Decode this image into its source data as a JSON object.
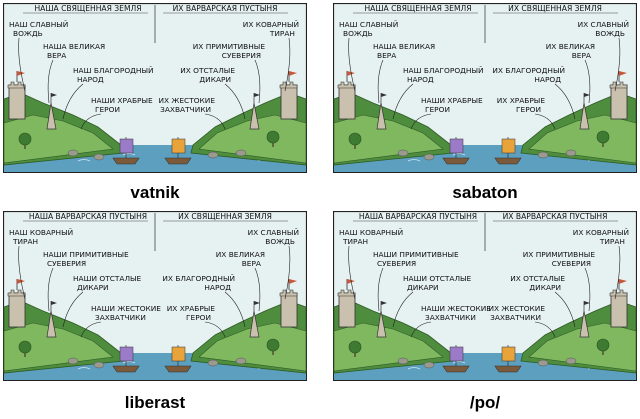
{
  "panels": [
    {
      "caption": "vatnik",
      "left_header": "НАША СВЯЩЕННАЯ ЗЕМЛЯ",
      "right_header": "ИХ ВАРВАРСКАЯ ПУСТЫНЯ",
      "left_labels": [
        [
          "НАШ СЛАВНЫЙ",
          "ВОЖДЬ"
        ],
        [
          "НАША ВЕЛИКАЯ",
          "ВЕРА"
        ],
        [
          "НАШ БЛАГОРОДНЫЙ",
          "НАРОД"
        ],
        [
          "НАШИ ХРАБРЫЕ",
          "ГЕРОИ"
        ]
      ],
      "right_labels": [
        [
          "ИХ КОВАРНЫЙ",
          "ТИРАН"
        ],
        [
          "ИХ ПРИМИТИВНЫЕ",
          "СУЕВЕРИЯ"
        ],
        [
          "ИХ ОТСТАЛЫЕ",
          "ДИКАРИ"
        ],
        [
          "ИХ ЖЕСТОКИЕ",
          "ЗАХВАТЧИКИ"
        ]
      ]
    },
    {
      "caption": "sabaton",
      "left_header": "НАША СВЯЩЕННАЯ ЗЕМЛЯ",
      "right_header": "ИХ СВЯЩЕННАЯ ЗЕМЛЯ",
      "left_labels": [
        [
          "НАШ СЛАВНЫЙ",
          "ВОЖДЬ"
        ],
        [
          "НАША ВЕЛИКАЯ",
          "ВЕРА"
        ],
        [
          "НАШ БЛАГОРОДНЫЙ",
          "НАРОД"
        ],
        [
          "НАШИ ХРАБРЫЕ",
          "ГЕРОИ"
        ]
      ],
      "right_labels": [
        [
          "ИХ СЛАВНЫЙ",
          "ВОЖДЬ"
        ],
        [
          "ИХ ВЕЛИКАЯ",
          "ВЕРА"
        ],
        [
          "ИХ БЛАГОРОДНЫЙ",
          "НАРОД"
        ],
        [
          "ИХ ХРАБРЫЕ",
          "ГЕРОИ"
        ]
      ]
    },
    {
      "caption": "liberast",
      "left_header": "НАША ВАРВАРСКАЯ ПУСТЫНЯ",
      "right_header": "ИХ СВЯЩЕННАЯ ЗЕМЛЯ",
      "left_labels": [
        [
          "НАШ КОВАРНЫЙ",
          "ТИРАН"
        ],
        [
          "НАШИ ПРИМИТИВНЫЕ",
          "СУЕВЕРИЯ"
        ],
        [
          "НАШИ ОТСТАЛЫЕ",
          "ДИКАРИ"
        ],
        [
          "НАШИ ЖЕСТОКИЕ",
          "ЗАХВАТЧИКИ"
        ]
      ],
      "right_labels": [
        [
          "ИХ СЛАВНЫЙ",
          "ВОЖДЬ"
        ],
        [
          "ИХ ВЕЛИКАЯ",
          "ВЕРА"
        ],
        [
          "ИХ БЛАГОРОДНЫЙ",
          "НАРОД"
        ],
        [
          "ИХ ХРАБРЫЕ",
          "ГЕРОИ"
        ]
      ]
    },
    {
      "caption": "/po/",
      "left_header": "НАША ВАРВАРСКАЯ ПУСТЫНЯ",
      "right_header": "ИХ ВАРВАРСКАЯ ПУСТЫНЯ",
      "left_labels": [
        [
          "НАШ КОВАРНЫЙ",
          "ТИРАН"
        ],
        [
          "НАШИ ПРИМИТИВНЫЕ",
          "СУЕВЕРИЯ"
        ],
        [
          "НАШИ ОТСТАЛЫЕ",
          "ДИКАРИ"
        ],
        [
          "НАШИ ЖЕСТОКИЕ",
          "ЗАХВАТЧИКИ"
        ]
      ],
      "right_labels": [
        [
          "ИХ КОВАРНЫЙ",
          "ТИРАН"
        ],
        [
          "ИХ ПРИМИТИВНЫЕ",
          "СУЕВЕРИЯ"
        ],
        [
          "ИХ ОТСТАЛЫЕ",
          "ДИКАРИ"
        ],
        [
          "ИХ ЖЕСТОКИЕ",
          "ЗАХВАТЧИКИ"
        ]
      ]
    }
  ],
  "colors": {
    "sky": "#e6f1f2",
    "hill_dark": "#4e8d3e",
    "hill_light": "#7fb85f",
    "water": "#5d9fbf",
    "tower": "#c9c1ad",
    "flag_left": "#c9573a",
    "flag_right": "#3a3a3a",
    "sail_left": "#9b7bc7",
    "sail_right": "#e8a33a"
  }
}
